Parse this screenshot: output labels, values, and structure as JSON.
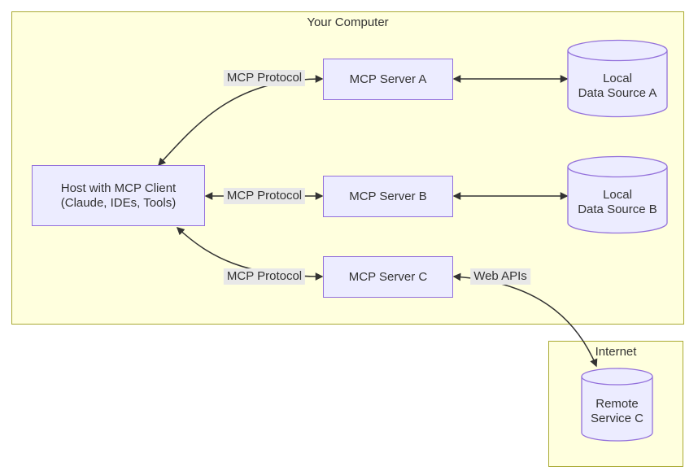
{
  "colors": {
    "group_fill": "#ffffde",
    "group_border": "#aaaa33",
    "node_fill": "#ececff",
    "node_border": "#9370db",
    "edge_color": "#333333",
    "edge_label_bg": "#e8e8e8",
    "text_color": "#333333",
    "canvas_bg": "#ffffff"
  },
  "groups": {
    "your_computer": {
      "title": "Your Computer"
    },
    "internet": {
      "title": "Internet"
    }
  },
  "nodes": {
    "host": {
      "line1": "Host with MCP Client",
      "line2": "(Claude, IDEs, Tools)"
    },
    "server_a": {
      "label": "MCP Server A"
    },
    "server_b": {
      "label": "MCP Server B"
    },
    "server_c": {
      "label": "MCP Server C"
    },
    "data_source_a": {
      "line1": "Local",
      "line2": "Data Source A"
    },
    "data_source_b": {
      "line1": "Local",
      "line2": "Data Source B"
    },
    "remote_service_c": {
      "line1": "Remote",
      "line2": "Service C"
    }
  },
  "edge_labels": {
    "host_server_a": "MCP Protocol",
    "host_server_b": "MCP Protocol",
    "host_server_c": "MCP Protocol",
    "server_c_remote": "Web APIs"
  }
}
